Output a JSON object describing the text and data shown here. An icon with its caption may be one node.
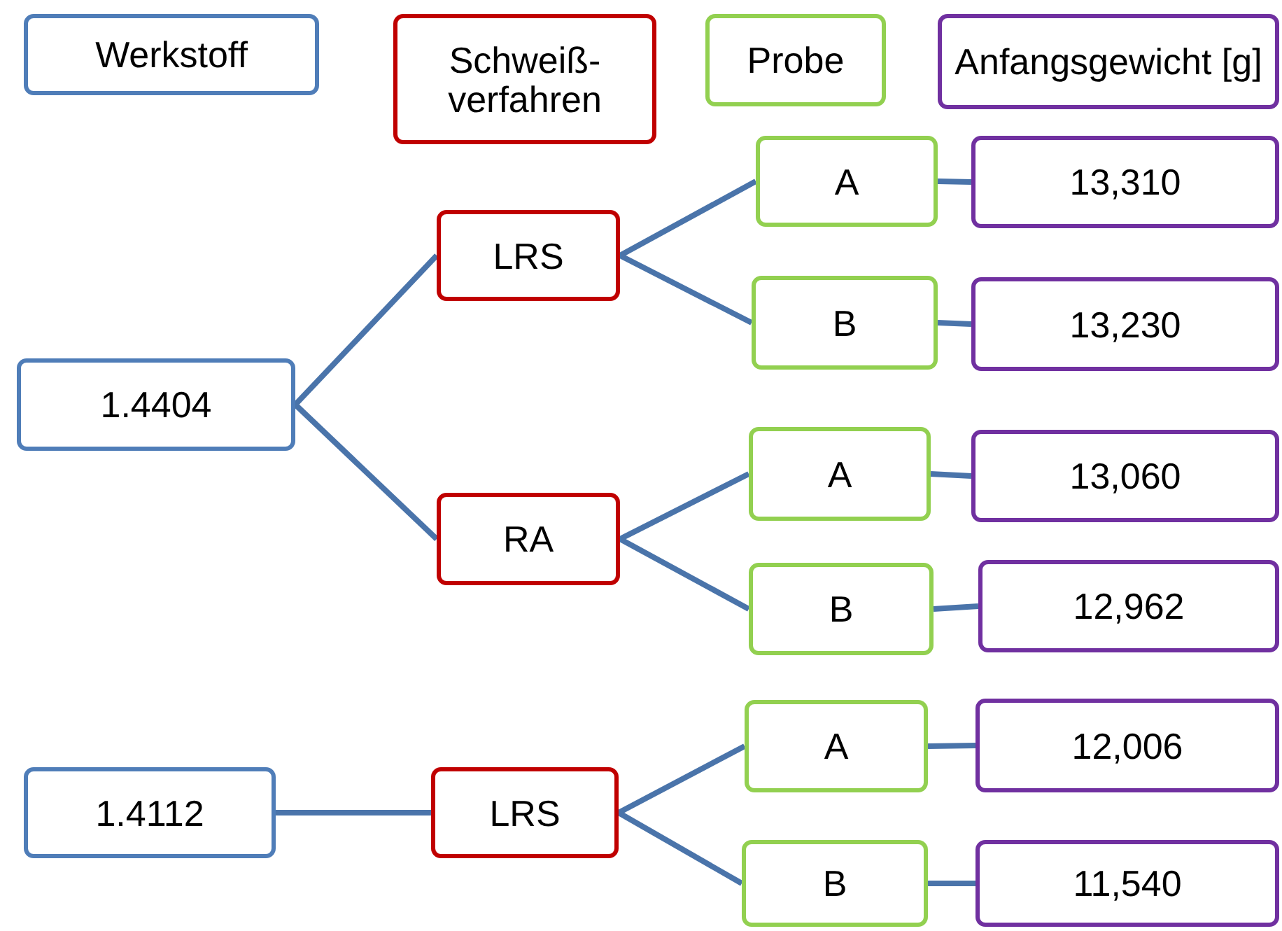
{
  "diagram": {
    "nodes": [
      {
        "text": [
          "Werkstoff"
        ]
      },
      {
        "text": [
          "Schweiß- verfahren"
        ]
      },
      {
        "text": [
          "Probe"
        ]
      },
      {
        "text": [
          "Anfangsgewicht [g]"
        ]
      },
      {
        "text": [
          "1.4404"
        ]
      },
      {
        "text": [
          "LRS"
        ]
      },
      {
        "text": [
          "RA"
        ]
      },
      {
        "text": [
          "A"
        ]
      },
      {
        "text": [
          "B"
        ]
      },
      {
        "text": [
          "A"
        ]
      },
      {
        "text": [
          "B"
        ]
      },
      {
        "text": [
          "13,310"
        ]
      },
      {
        "text": [
          "13,230"
        ]
      },
      {
        "text": [
          "13,060"
        ]
      },
      {
        "text": [
          "12,962"
        ]
      },
      {
        "text": [
          "1.4112"
        ]
      },
      {
        "text": [
          "LRS"
        ]
      },
      {
        "text": [
          "A"
        ]
      },
      {
        "text": [
          "B"
        ]
      },
      {
        "text": [
          "12,006"
        ]
      },
      {
        "text": [
          "11,540"
        ]
      }
    ],
    "edges": [
      {
        "from": 4,
        "to": 5,
        "arrow": "none"
      },
      {
        "from": 4,
        "to": 6,
        "arrow": "none"
      },
      {
        "from": 5,
        "to": 7,
        "arrow": "none"
      },
      {
        "from": 5,
        "to": 8,
        "arrow": "none"
      },
      {
        "from": 6,
        "to": 9,
        "arrow": "none"
      },
      {
        "from": 6,
        "to": 10,
        "arrow": "none"
      },
      {
        "from": 7,
        "to": 11,
        "arrow": "none"
      },
      {
        "from": 8,
        "to": 12,
        "arrow": "none"
      },
      {
        "from": 9,
        "to": 13,
        "arrow": "none"
      },
      {
        "from": 10,
        "to": 14,
        "arrow": "none"
      },
      {
        "from": 15,
        "to": 16,
        "arrow": "none"
      },
      {
        "from": 16,
        "to": 17,
        "arrow": "none"
      },
      {
        "from": 16,
        "to": 18,
        "arrow": "none"
      },
      {
        "from": 17,
        "to": 19,
        "arrow": "none"
      },
      {
        "from": 18,
        "to": 20,
        "arrow": "none"
      }
    ]
  }
}
